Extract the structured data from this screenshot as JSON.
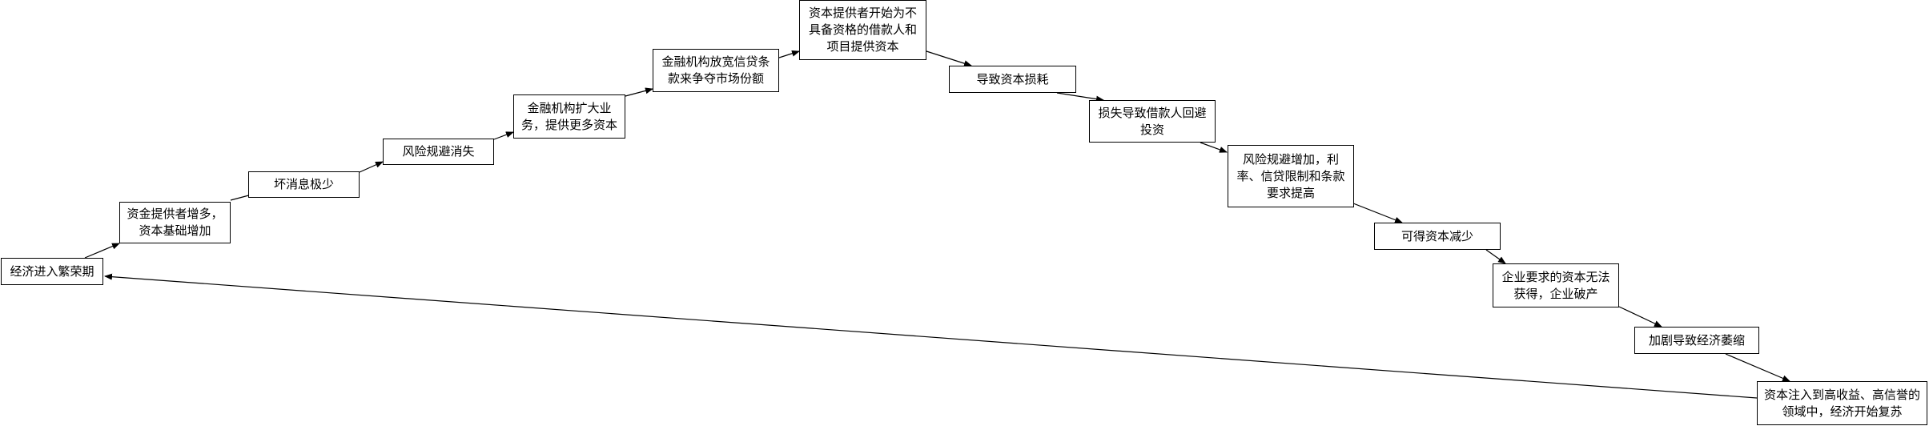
{
  "diagram": {
    "nodes": [
      {
        "id": "n1",
        "text": "经济进入繁荣期"
      },
      {
        "id": "n2",
        "text": "资金提供者增多，资本基础增加"
      },
      {
        "id": "n3",
        "text": "坏消息极少"
      },
      {
        "id": "n4",
        "text": "风险规避消失"
      },
      {
        "id": "n5",
        "text": "金融机构扩大业务，提供更多资本"
      },
      {
        "id": "n6",
        "text": "金融机构放宽信贷条款来争夺市场份额"
      },
      {
        "id": "n7",
        "text": "资本提供者开始为不具备资格的借款人和项目提供资本"
      },
      {
        "id": "n8",
        "text": "导致资本损耗"
      },
      {
        "id": "n9",
        "text": "损失导致借款人回避投资"
      },
      {
        "id": "n10",
        "text": "风险规避增加，利率、信贷限制和条款要求提高"
      },
      {
        "id": "n11",
        "text": "可得资本减少"
      },
      {
        "id": "n12",
        "text": "企业要求的资本无法获得，企业破产"
      },
      {
        "id": "n13",
        "text": "加剧导致经济萎缩"
      },
      {
        "id": "n14",
        "text": "资本注入到高收益、高信誉的领域中，经济开始复苏"
      }
    ],
    "edges": [
      {
        "from": "n1",
        "to": "n2"
      },
      {
        "from": "n2",
        "to": "n3"
      },
      {
        "from": "n3",
        "to": "n4"
      },
      {
        "from": "n4",
        "to": "n5"
      },
      {
        "from": "n5",
        "to": "n6"
      },
      {
        "from": "n6",
        "to": "n7"
      },
      {
        "from": "n7",
        "to": "n8"
      },
      {
        "from": "n8",
        "to": "n9"
      },
      {
        "from": "n9",
        "to": "n10"
      },
      {
        "from": "n10",
        "to": "n11"
      },
      {
        "from": "n11",
        "to": "n12"
      },
      {
        "from": "n12",
        "to": "n13"
      },
      {
        "from": "n13",
        "to": "n14"
      },
      {
        "from": "n14",
        "to": "n1"
      }
    ]
  }
}
